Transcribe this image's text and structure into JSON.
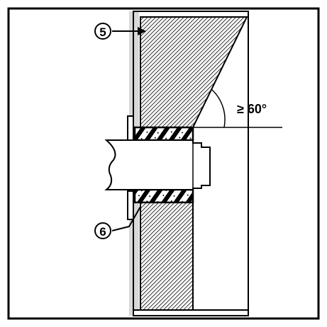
{
  "labels": {
    "callout_top": "⑤",
    "callout_bottom": "⑥",
    "angle": "≥ 60°"
  },
  "colors": {
    "ink": "#000000",
    "background": "#ffffff",
    "gap": "#d8d8d8"
  },
  "icons": {
    "callout_top": "circled-number-5-icon",
    "callout_bottom": "circled-number-6-icon"
  }
}
